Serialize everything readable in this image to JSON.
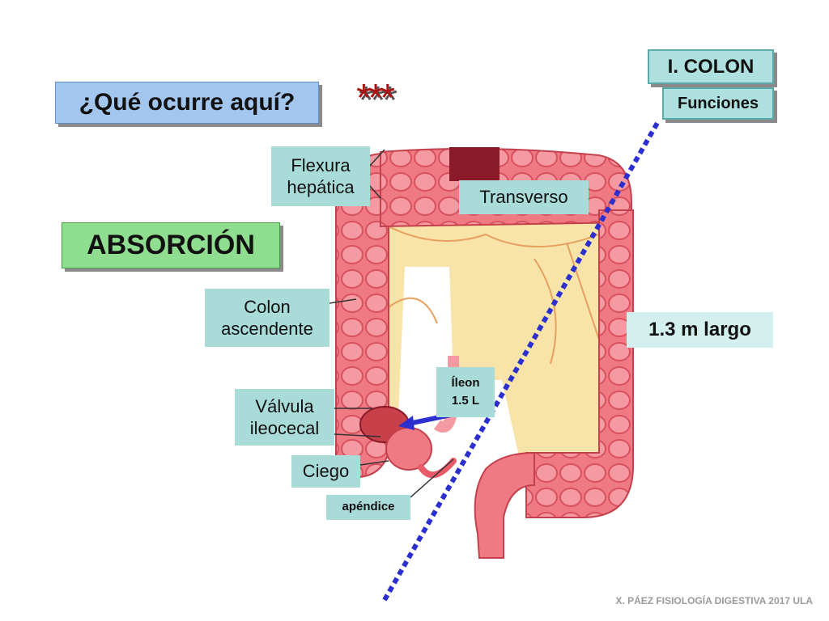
{
  "slide": {
    "question": "¿Qué ocurre aquí?",
    "stars": "***",
    "section": "I. COLON",
    "subsection": "Funciones",
    "main_concept": "ABSORCIÓN",
    "length": "1.3 m largo",
    "footer": "X. PÁEZ   FISIOLOGÍA DIGESTIVA 2017  ULA"
  },
  "labels": {
    "flexura": "Flexura\nhepática",
    "transverso": "Transverso",
    "ascendente": "Colon\nascendente",
    "valvula": "Válvula\nileocecal",
    "ciego": "Ciego",
    "apendice": "apéndice",
    "ileon": "Íleon\n1.5 L"
  },
  "colors": {
    "question_box": "#a3c6ef",
    "section_box": "#aee0e0",
    "concept_box": "#8fdd8f",
    "label_box": "#a9dcd8",
    "stars": "#b01212",
    "dashed_line": "#2b2fd0",
    "arrow": "#2b2fd0"
  },
  "icons": {
    "pointer_arrow": "arrow-icon"
  }
}
